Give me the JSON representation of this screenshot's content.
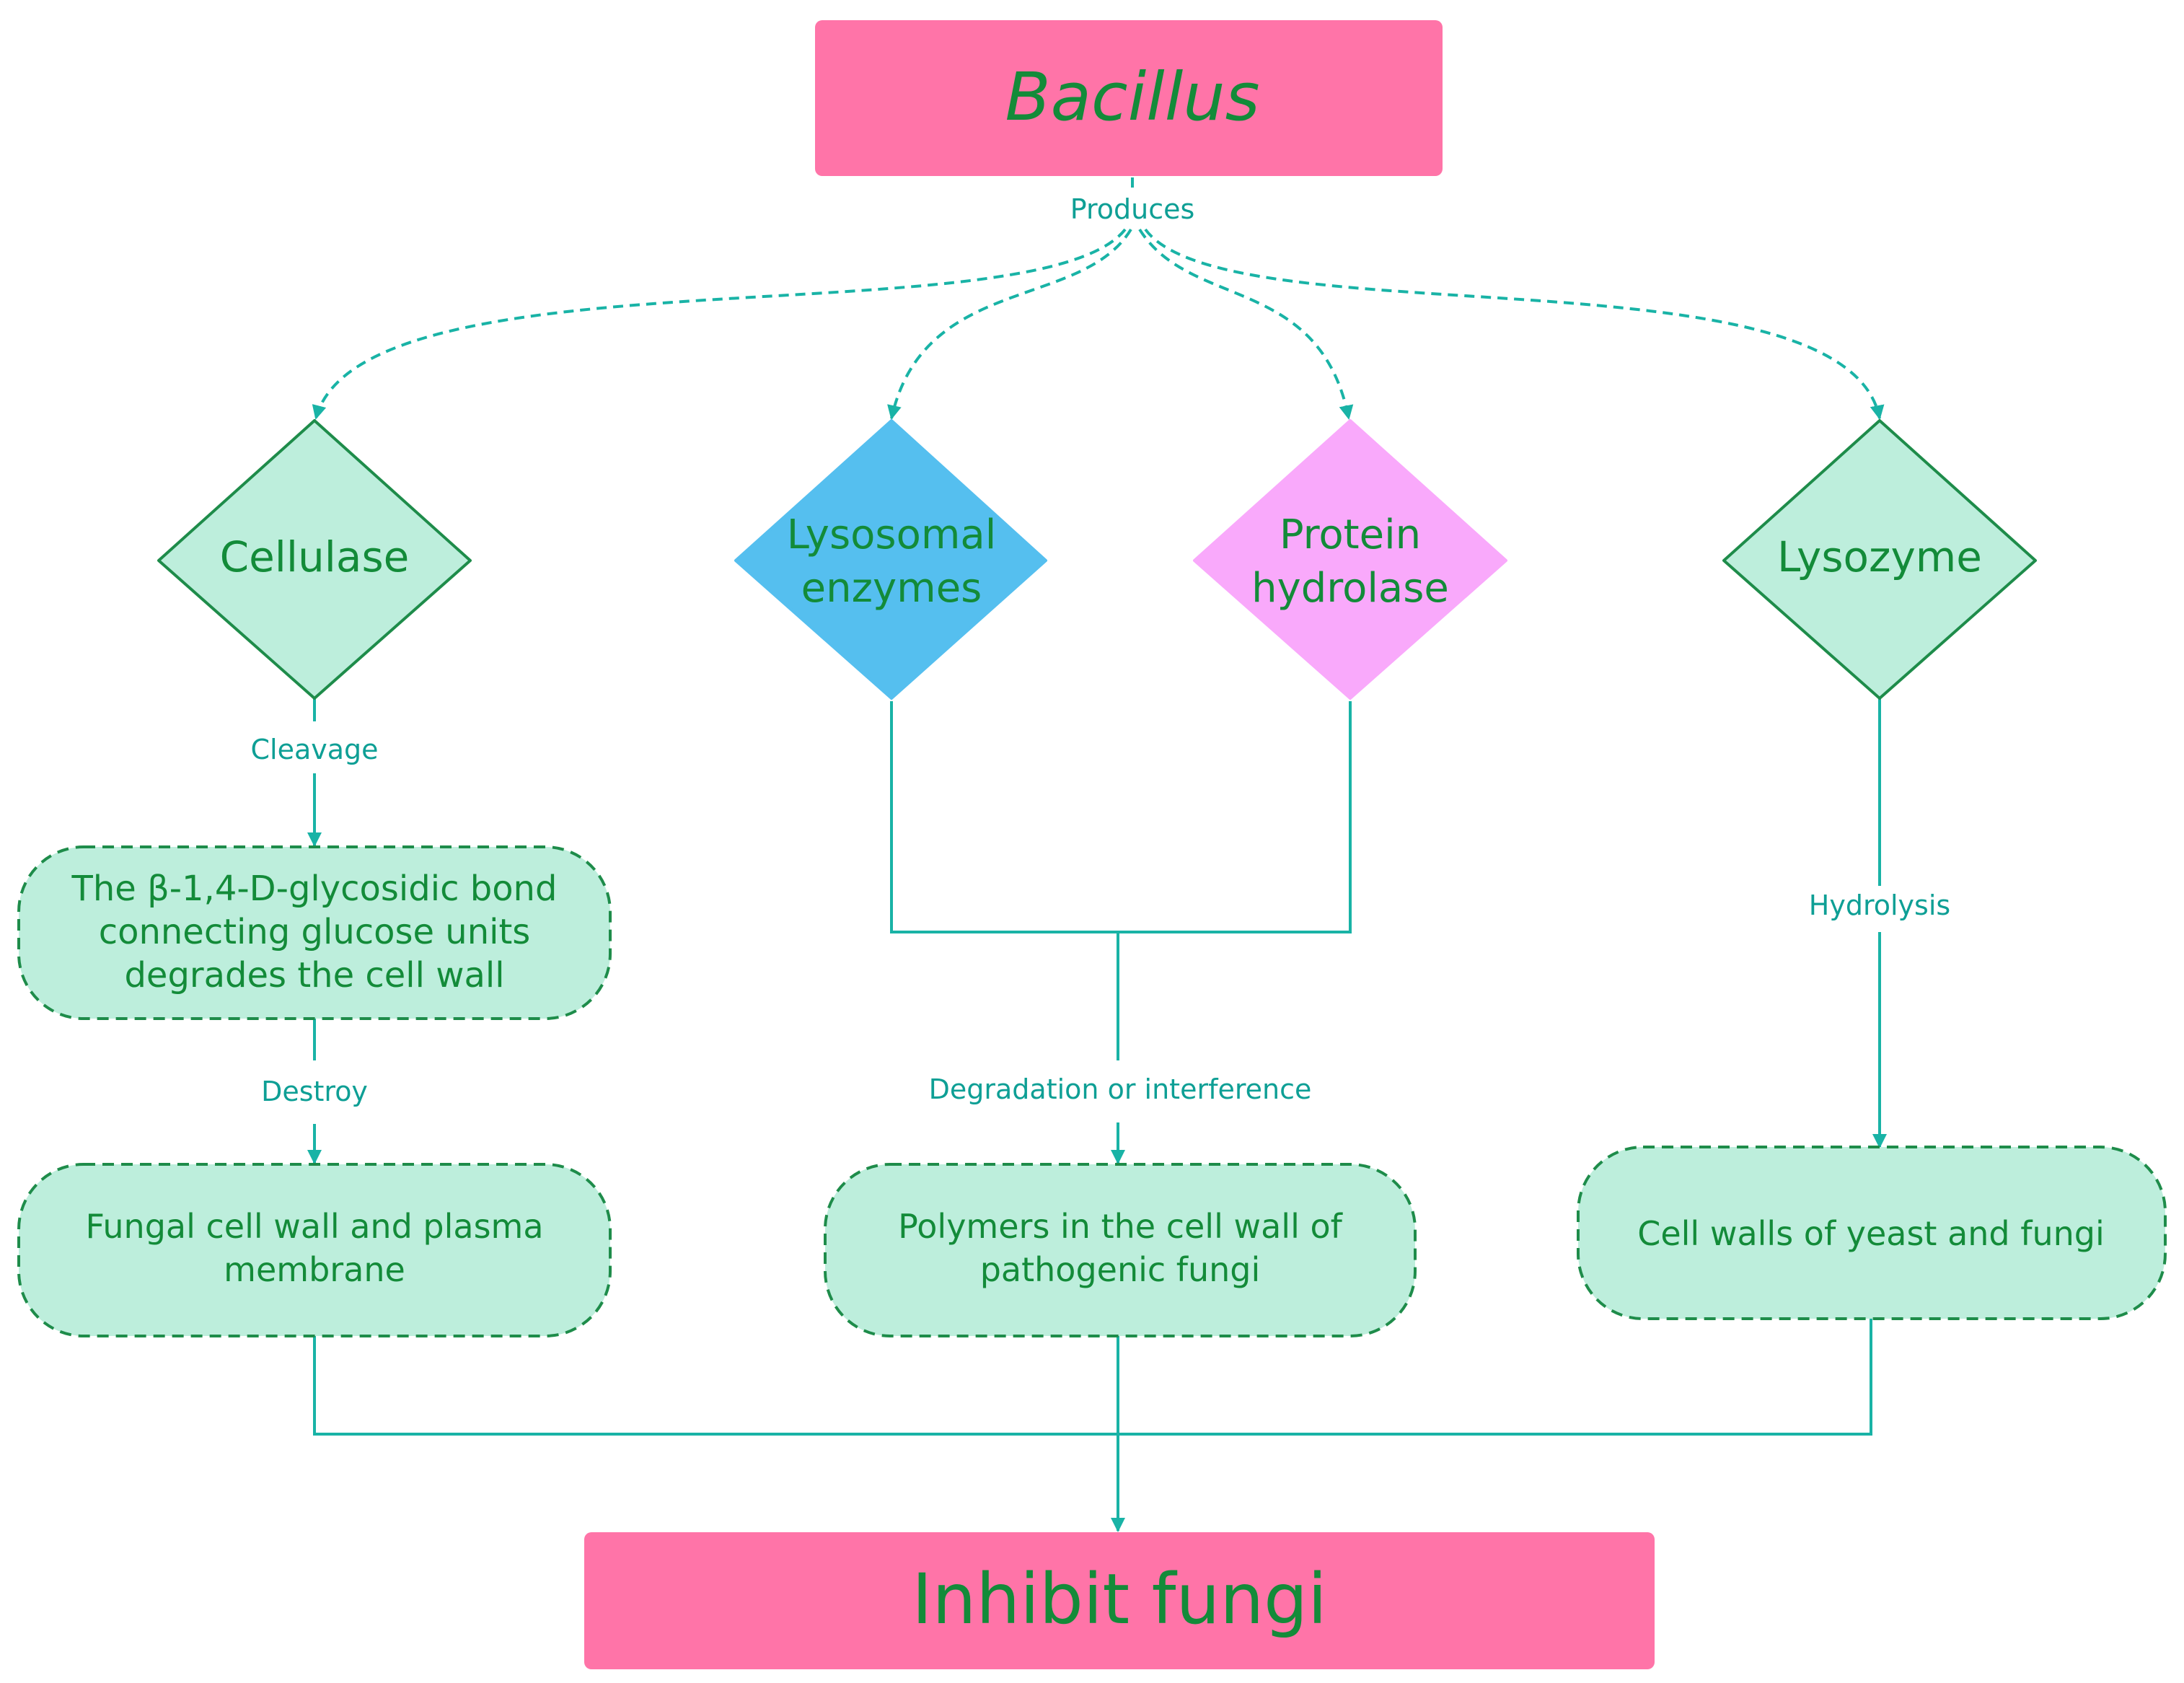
{
  "colors": {
    "accent_teal": "#19b3a6",
    "label_teal": "#0e9f95",
    "text_green": "#138b39",
    "outline_green": "#1e8c4a",
    "pink_box": "#ff74a8",
    "mint_fill": "#bdeedc",
    "blue_fill": "#55bfef",
    "violet_fill": "#f9a9fb"
  },
  "nodes": {
    "bacillus": "Bacillus",
    "cellulase": "Cellulase",
    "lysosomal": [
      "Lysosomal",
      "enzymes"
    ],
    "protein": [
      "Protein",
      "hydrolase"
    ],
    "lysozyme": "Lysozyme",
    "glycosidic": [
      "The β-1,4-D-glycosidic bond",
      "connecting glucose units",
      "degrades the cell wall"
    ],
    "fungal_wall": [
      "Fungal cell wall and plasma",
      "membrane"
    ],
    "polymers": [
      "Polymers in the cell wall of",
      "pathogenic fungi"
    ],
    "yeast_walls": "Cell walls of yeast and fungi",
    "inhibit": "Inhibit fungi"
  },
  "edge_labels": {
    "produces": "Produces",
    "cleavage": "Cleavage",
    "destroy": "Destroy",
    "degradation": "Degradation or interference",
    "hydrolysis": "Hydrolysis"
  }
}
